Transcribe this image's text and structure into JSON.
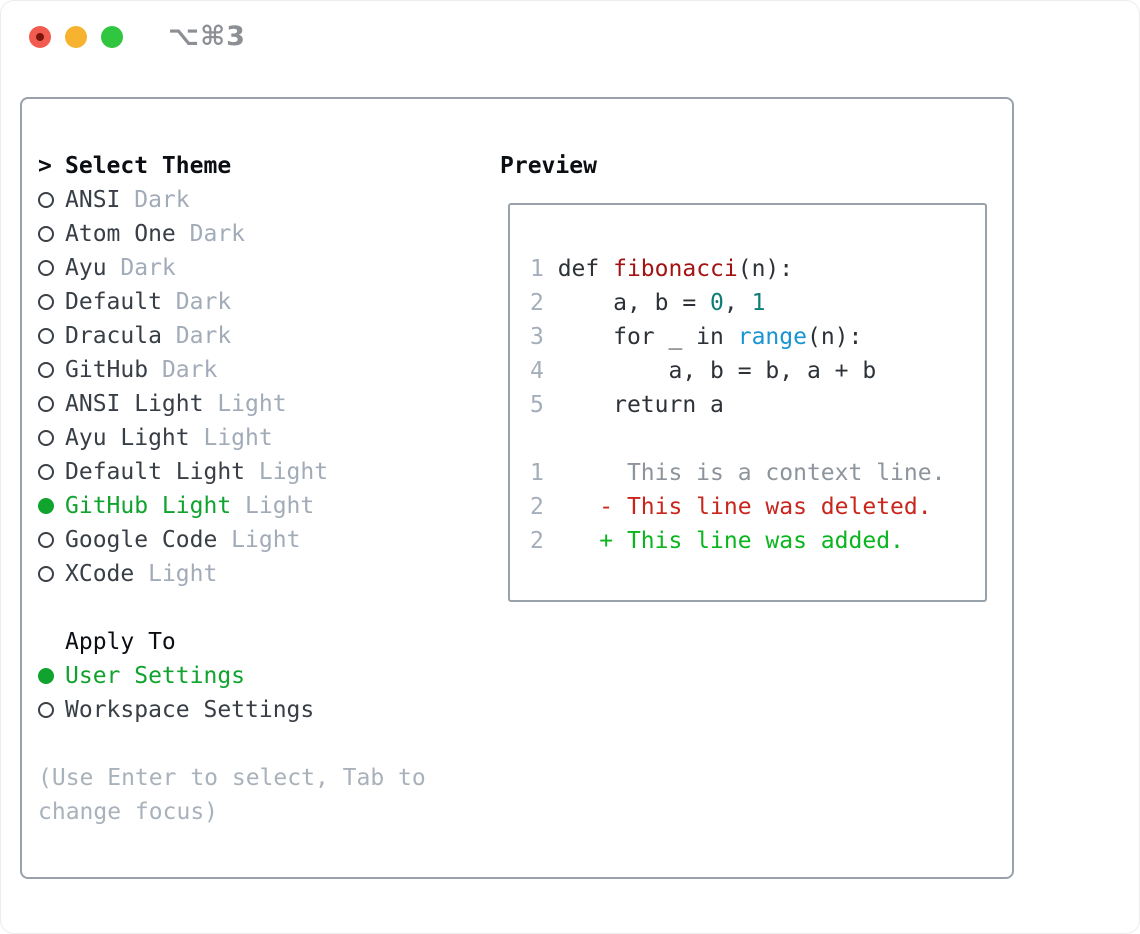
{
  "window": {
    "shortcut_label": "⌥⌘3"
  },
  "colors": {
    "accent_green": "#10a32e",
    "panel_border": "#99a1ab",
    "traffic_red": "#f25b50",
    "traffic_yellow": "#f7b32f",
    "traffic_green": "#31c63f",
    "code_keyword_red": "#a31313",
    "code_number_teal": "#0d7d78",
    "code_builtin_blue": "#1794d1",
    "diff_deleted_red": "#c8251c",
    "diff_added_green": "#0ab51e",
    "muted_gray": "#a2abb8"
  },
  "theme_panel": {
    "heading_marker": ">",
    "heading": "Select Theme",
    "themes": [
      {
        "name": "ANSI",
        "tag": "Dark",
        "selected": false
      },
      {
        "name": "Atom One",
        "tag": "Dark",
        "selected": false
      },
      {
        "name": "Ayu",
        "tag": "Dark",
        "selected": false
      },
      {
        "name": "Default",
        "tag": "Dark",
        "selected": false
      },
      {
        "name": "Dracula",
        "tag": "Dark",
        "selected": false
      },
      {
        "name": "GitHub",
        "tag": "Dark",
        "selected": false
      },
      {
        "name": "ANSI Light",
        "tag": "Light",
        "selected": false
      },
      {
        "name": "Ayu Light",
        "tag": "Light",
        "selected": false
      },
      {
        "name": "Default Light",
        "tag": "Light",
        "selected": false
      },
      {
        "name": "GitHub Light",
        "tag": "Light",
        "selected": true
      },
      {
        "name": "Google Code",
        "tag": "Light",
        "selected": false
      },
      {
        "name": "XCode",
        "tag": "Light",
        "selected": false
      }
    ],
    "apply_to": {
      "heading": "Apply To",
      "options": [
        {
          "name": "User Settings",
          "selected": true
        },
        {
          "name": "Workspace Settings",
          "selected": false
        }
      ]
    },
    "help_lines": [
      "(Use Enter to select, Tab to",
      "change focus)"
    ]
  },
  "preview": {
    "heading": "Preview",
    "lines": [
      [
        {
          "t": "1",
          "c": "num"
        },
        {
          "t": " def ",
          "c": "plain"
        },
        {
          "t": "fibonacci",
          "c": "red"
        },
        {
          "t": "(n):",
          "c": "plain"
        }
      ],
      [
        {
          "t": "2",
          "c": "num"
        },
        {
          "t": "     a, b = ",
          "c": "plain"
        },
        {
          "t": "0",
          "c": "teal"
        },
        {
          "t": ", ",
          "c": "plain"
        },
        {
          "t": "1",
          "c": "teal"
        }
      ],
      [
        {
          "t": "3",
          "c": "num"
        },
        {
          "t": "     for _ in ",
          "c": "plain"
        },
        {
          "t": "range",
          "c": "blue"
        },
        {
          "t": "(n):",
          "c": "plain"
        }
      ],
      [
        {
          "t": "4",
          "c": "num"
        },
        {
          "t": "         a, b = b, a + b",
          "c": "plain"
        }
      ],
      [
        {
          "t": "5",
          "c": "num"
        },
        {
          "t": "     return a",
          "c": "plain"
        }
      ],
      [],
      [
        {
          "t": "1",
          "c": "num"
        },
        {
          "t": "      This is a context line.",
          "c": "ctx"
        }
      ],
      [
        {
          "t": "2",
          "c": "num"
        },
        {
          "t": "    ",
          "c": "plain"
        },
        {
          "t": "- This line was deleted.",
          "c": "del"
        }
      ],
      [
        {
          "t": "2",
          "c": "num"
        },
        {
          "t": "    ",
          "c": "plain"
        },
        {
          "t": "+ This line was added.",
          "c": "add"
        }
      ]
    ]
  }
}
